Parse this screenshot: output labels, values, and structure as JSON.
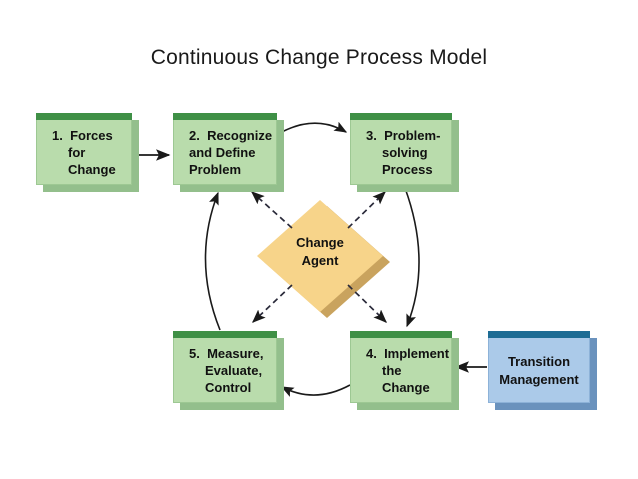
{
  "page": {
    "title": "Continuous Change Process Model",
    "background": "#ffffff"
  },
  "theme": {
    "box_fill": "#b9dcac",
    "box_cap": "#3f9046",
    "box_shadow": "#93bf8c",
    "diamond_fill": "#f7d48a",
    "diamond_shadow": "#c9a35e",
    "blue_fill": "#abcae9",
    "blue_cap": "#1d6c94",
    "blue_shadow": "#6a92bd",
    "arrow_color": "#1a1a1a",
    "text_color": "#111111"
  },
  "nodes": {
    "step1": {
      "line1": "1.  Forces",
      "line2": "for",
      "line3": "Change"
    },
    "step2": {
      "line1": "2.  Recognize",
      "line2": "and Define",
      "line3": "Problem"
    },
    "step3": {
      "line1": "3.  Problem-",
      "line2": "solving",
      "line3": "Process"
    },
    "step4": {
      "line1": "4.  Implement",
      "line2": "the",
      "line3": "Change"
    },
    "step5": {
      "line1": "5.  Measure,",
      "line2": "Evaluate,",
      "line3": "Control"
    },
    "change_agent": {
      "line1": "Change",
      "line2": "Agent"
    },
    "transition": {
      "line1": "Transition",
      "line2": "Management"
    }
  },
  "connectors": [
    {
      "id": "arrow-step1-to-step2",
      "from": "step1",
      "to": "step2",
      "style": "solid-straight",
      "direction": "right"
    },
    {
      "id": "arrow-step2-to-step3",
      "from": "step2",
      "to": "step3",
      "style": "solid-curved",
      "direction": "right"
    },
    {
      "id": "arrow-step3-to-step4",
      "from": "step3",
      "to": "step4",
      "style": "solid-curved",
      "direction": "down"
    },
    {
      "id": "arrow-step4-to-step5",
      "from": "step4",
      "to": "step5",
      "style": "solid-curved",
      "direction": "left"
    },
    {
      "id": "arrow-step5-to-step2",
      "from": "step5",
      "to": "step2",
      "style": "solid-curved",
      "direction": "up"
    },
    {
      "id": "arrow-agent-to-step2",
      "from": "change_agent",
      "to": "step2",
      "style": "dashed",
      "direction": "up-left"
    },
    {
      "id": "arrow-agent-to-step3",
      "from": "change_agent",
      "to": "step3",
      "style": "dashed",
      "direction": "up-right"
    },
    {
      "id": "arrow-agent-to-step5",
      "from": "change_agent",
      "to": "step5",
      "style": "dashed",
      "direction": "down-left"
    },
    {
      "id": "arrow-agent-to-step4",
      "from": "change_agent",
      "to": "step4",
      "style": "dashed",
      "direction": "down-right"
    },
    {
      "id": "arrow-transition-to-step4",
      "from": "transition",
      "to": "step4",
      "style": "solid-straight",
      "direction": "left"
    }
  ]
}
